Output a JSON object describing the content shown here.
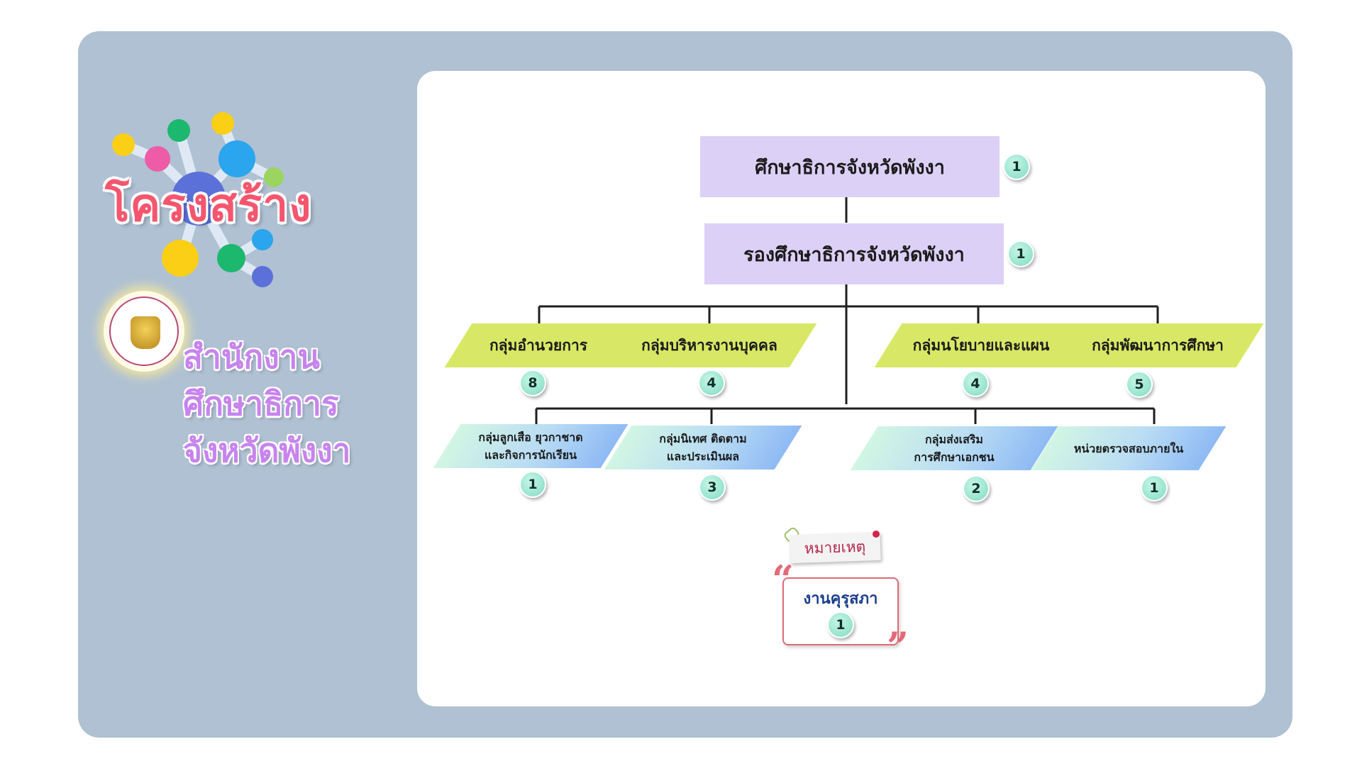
{
  "brand": {
    "title": "โครงสร้าง",
    "org_lines": [
      "สำนักงาน",
      "ศึกษาธิการ",
      "จังหวัดพังงา"
    ]
  },
  "orgchart": {
    "top": {
      "label": "ศึกษาธิการจังหวัดพังงา",
      "count": "1"
    },
    "deputy": {
      "label": "รองศึกษาธิการจังหวัดพังงา",
      "count": "1"
    },
    "groups": [
      {
        "label": "กลุ่มอำนวยการ",
        "count": "8"
      },
      {
        "label": "กลุ่มบริหารงานบุคคล",
        "count": "4"
      },
      {
        "label": "กลุ่มนโยบายและแผน",
        "count": "4"
      },
      {
        "label": "กลุ่มพัฒนาการศึกษา",
        "count": "5"
      }
    ],
    "subgroups": [
      {
        "line1": "กลุ่มลูกเสือ ยุวกาชาด",
        "line2": "และกิจการนักเรียน",
        "count": "1"
      },
      {
        "line1": "กลุ่มนิเทศ ติดตาม",
        "line2": "และประเมินผล",
        "count": "3"
      },
      {
        "line1": "กลุ่มส่งเสริม",
        "line2": "การศึกษาเอกชน",
        "count": "2"
      },
      {
        "line1": "หน่วยตรวจสอบภายใน",
        "line2": "",
        "count": "1"
      }
    ]
  },
  "note": {
    "tag": "หมายเหตุ",
    "label": "งานคุรุสภา",
    "count": "1",
    "open_quote": "“",
    "close_quote": "”"
  },
  "colors": {
    "frame": "#afc1d3",
    "top_box": "#ddd0f7",
    "group_box": "#d8e866",
    "badge": "#7fdcc4",
    "title": "#f4566e",
    "org_text": "#c784ee"
  }
}
